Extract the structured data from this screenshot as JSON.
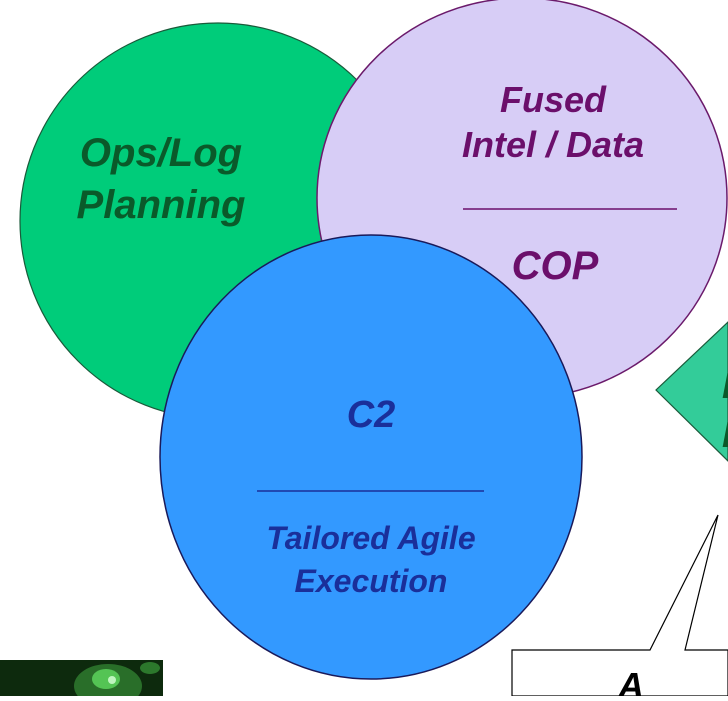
{
  "circles": {
    "ops": {
      "line1": "Ops/Log",
      "line2": "Planning",
      "fill": "#00cc7a",
      "text_color": "#0a5a2a"
    },
    "intel": {
      "line1": "Fused",
      "line2": "Intel / Data",
      "line3": "COP",
      "fill": "#d7cdf6",
      "text_color": "#6b0f6b"
    },
    "c2": {
      "line1": "C2",
      "line2": "Tailored Agile",
      "line3": "Execution",
      "fill": "#3399ff",
      "text_color": "#1a2f9a"
    }
  },
  "diamond": {
    "fill": "#33cc99",
    "partial_text_1": "I",
    "partial_text_2": "I"
  },
  "callout": {
    "partial_text": "A"
  },
  "thumbnail": {
    "fill": "#0d2a0d",
    "accent": "#4dcc4d"
  }
}
